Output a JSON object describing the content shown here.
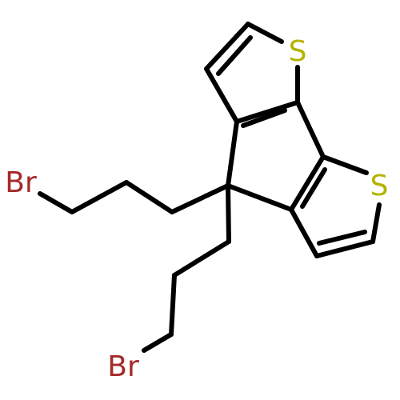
{
  "atoms": [
    {
      "label": "S",
      "color": "#b3b300"
    },
    {
      "label": "S",
      "color": "#b3b300"
    },
    {
      "label": "Br",
      "color": "#a52a2a"
    },
    {
      "label": "Br",
      "color": "#a52a2a"
    }
  ]
}
